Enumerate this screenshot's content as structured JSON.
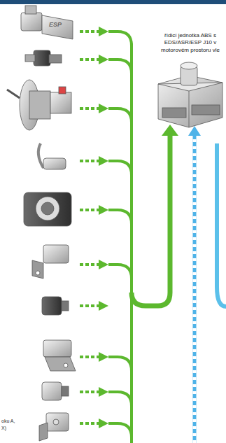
{
  "diagram": {
    "nodes": [
      {
        "text": [
          "řídicí jednotka ABS s EDS/ASR/ESP J10 v motorovém prostoru vle"
        ]
      }
    ],
    "labels": [
      "ESP",
      "oku A,",
      "X)"
    ]
  }
}
